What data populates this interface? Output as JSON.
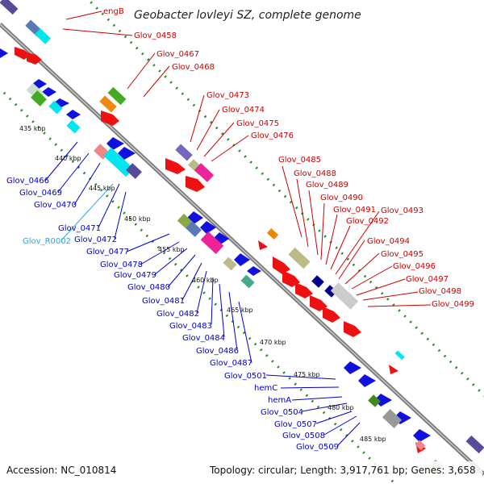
{
  "title": "Geobacter lovleyi SZ, complete genome",
  "footer": {
    "accession": "Accession: NC_010814",
    "topology": "Topology: circular; Length: 3,917,761 bp; Genes: 3,658"
  },
  "colors": {
    "top_labels": "#cc0000",
    "bottom_labels": "#0000cc",
    "rna_label": "#22aaee",
    "backbone": "#888888",
    "tick_dots": "#2a8a2a",
    "forward_genes": "#ee1111",
    "reverse_genes": "#1111dd"
  },
  "scale_labels": [
    "435 kbp",
    "440 kbp",
    "445 kbp",
    "450 kbp",
    "455 kbp",
    "460 kbp",
    "465 kbp",
    "470 kbp",
    "475 kbp",
    "480 kbp",
    "485 kbp"
  ],
  "top_labels": [
    "engB",
    "Glov_0458",
    "Glov_0467",
    "Glov_0468",
    "Glov_0473",
    "Glov_0474",
    "Glov_0475",
    "Glov_0476",
    "Glov_0485",
    "Glov_0488",
    "Glov_0489",
    "Glov_0490",
    "Glov_0491",
    "Glov_0492",
    "Glov_0493",
    "Glov_0494",
    "Glov_0495",
    "Glov_0496",
    "Glov_0497",
    "Glov_0498",
    "Glov_0499"
  ],
  "bottom_labels": [
    "Glov_0466",
    "Glov_0469",
    "Glov_0470",
    "Glov_0471",
    "Glov_R0002",
    "Glov_0472",
    "Glov_0477",
    "Glov_0478",
    "Glov_0479",
    "Glov_0480",
    "Glov_0481",
    "Glov_0482",
    "Glov_0483",
    "Glov_0484",
    "Glov_0486",
    "Glov_0487",
    "Glov_0501",
    "hemC",
    "hemA",
    "Glov_0504",
    "Glov_0507",
    "Glov_0508",
    "Glov_0509"
  ]
}
